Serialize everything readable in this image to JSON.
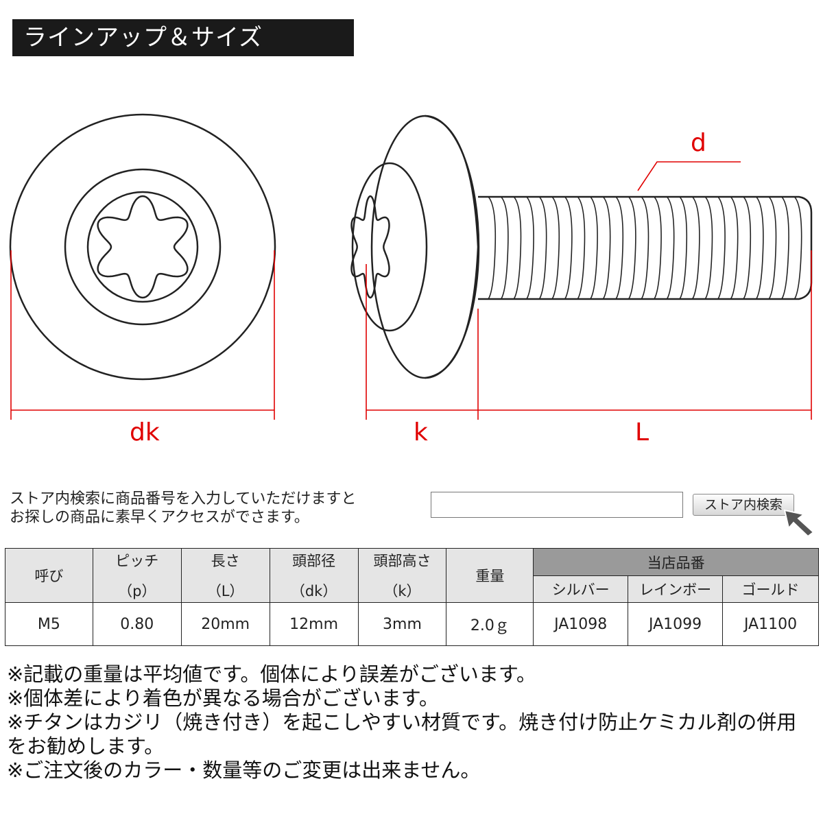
{
  "header": {
    "title": "ラインアップ＆サイズ"
  },
  "diagram": {
    "labels": {
      "dk": "dk",
      "k": "k",
      "L": "L",
      "d": "d"
    },
    "colors": {
      "dimension": "#e00000",
      "outline": "#222222"
    }
  },
  "search": {
    "prompt_line1": "ストア内検索に商品番号を入力していただけますと",
    "prompt_line2": "お探しの商品に素早くアクセスがでさます。",
    "input_value": "",
    "button_label": "ストア内検索"
  },
  "table": {
    "headers": {
      "nominal": "呼び",
      "pitch": "ピッチ",
      "pitch_unit": "（p）",
      "length": "長さ",
      "length_unit": "（L）",
      "head_dia": "頭部径",
      "head_dia_unit": "（dk）",
      "head_height": "頭部高さ",
      "head_height_unit": "（k）",
      "weight": "重量",
      "store_code": "当店品番",
      "silver": "シルバー",
      "rainbow": "レインボー",
      "gold": "ゴールド"
    },
    "row": {
      "nominal": "M5",
      "pitch": "0.80",
      "length": "20mm",
      "head_dia": "12mm",
      "head_height": "3mm",
      "weight": "2.0ｇ",
      "silver": "JA1098",
      "rainbow": "JA1099",
      "gold": "JA1100"
    }
  },
  "notes": [
    "※記載の重量は平均値です。個体により誤差がございます。",
    "※個体差により着色が異なる場合がございます。",
    "※チタンはカジリ（焼き付き）を起こしやすい材質です。焼き付け防止ケミカル剤の併用をお勧めします。",
    "※ご注文後のカラー・数量等のご変更は出来ません。"
  ]
}
